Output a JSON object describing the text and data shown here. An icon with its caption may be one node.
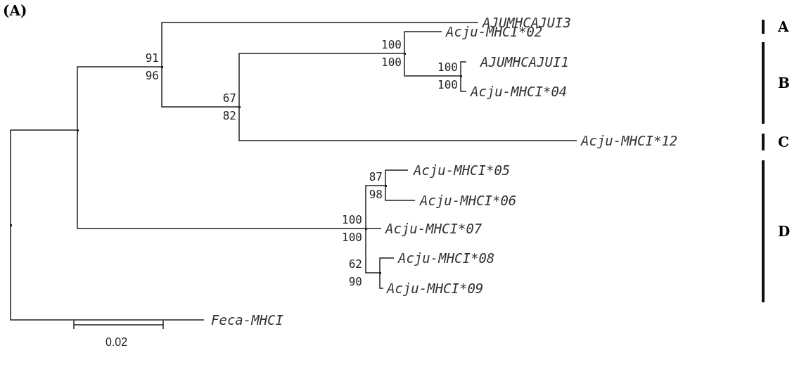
{
  "diagram": {
    "title": "(A)",
    "nodes": [
      {
        "text": [],
        "shape": "point"
      },
      {
        "text": [],
        "shape": "point"
      },
      {
        "text": [],
        "shape": "point",
        "beside": [
          "91",
          "96"
        ]
      },
      {
        "text": [
          "AJUMHCAJUI3"
        ]
      },
      {
        "text": [],
        "shape": "point",
        "beside": [
          "67",
          "82"
        ]
      },
      {
        "text": [],
        "shape": "point",
        "beside": [
          "100",
          "100"
        ]
      },
      {
        "text": [
          "Acju-MHCI*02"
        ]
      },
      {
        "text": [],
        "shape": "point",
        "beside": [
          "100",
          "100"
        ]
      },
      {
        "text": [
          "AJUMHCAJUI1"
        ]
      },
      {
        "text": [
          "Acju-MHCI*04"
        ]
      },
      {
        "text": [
          "Acju-MHCI*12"
        ]
      },
      {
        "text": [],
        "shape": "point",
        "beside": [
          "100",
          "100"
        ]
      },
      {
        "text": [],
        "shape": "point",
        "beside": [
          "87",
          "98"
        ]
      },
      {
        "text": [
          "Acju-MHCI*05"
        ]
      },
      {
        "text": [
          "Acju-MHCI*06"
        ]
      },
      {
        "text": [
          "Acju-MHCI*07"
        ]
      },
      {
        "text": [],
        "shape": "point",
        "beside": [
          "62",
          "90"
        ]
      },
      {
        "text": [
          "Acju-MHCI*08"
        ]
      },
      {
        "text": [
          "Acju-MHCI*09"
        ]
      },
      {
        "text": [
          "Feca-MHCI"
        ]
      }
    ],
    "edges": [
      {
        "from": 0,
        "to": 1,
        "arrow": "none"
      },
      {
        "from": 0,
        "to": 19,
        "arrow": "none"
      },
      {
        "from": 1,
        "to": 2,
        "arrow": "none"
      },
      {
        "from": 1,
        "to": 11,
        "arrow": "none"
      },
      {
        "from": 2,
        "to": 3,
        "arrow": "none"
      },
      {
        "from": 2,
        "to": 4,
        "arrow": "none"
      },
      {
        "from": 4,
        "to": 5,
        "arrow": "none"
      },
      {
        "from": 4,
        "to": 10,
        "arrow": "none"
      },
      {
        "from": 5,
        "to": 6,
        "arrow": "none"
      },
      {
        "from": 5,
        "to": 7,
        "arrow": "none"
      },
      {
        "from": 7,
        "to": 8,
        "arrow": "none"
      },
      {
        "from": 7,
        "to": 9,
        "arrow": "none"
      },
      {
        "from": 11,
        "to": 12,
        "arrow": "none"
      },
      {
        "from": 11,
        "to": 15,
        "arrow": "none"
      },
      {
        "from": 11,
        "to": 16,
        "arrow": "none"
      },
      {
        "from": 12,
        "to": 13,
        "arrow": "none"
      },
      {
        "from": 12,
        "to": 14,
        "arrow": "none"
      },
      {
        "from": 16,
        "to": 17,
        "arrow": "none"
      },
      {
        "from": 16,
        "to": 18,
        "arrow": "none"
      }
    ],
    "labels": [
      "A",
      "B",
      "C",
      "D",
      "0.02"
    ]
  }
}
